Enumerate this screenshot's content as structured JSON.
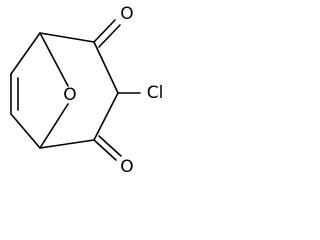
{
  "structure": {
    "atoms": {
      "bridge_oxygen": "O",
      "ketone_oxygen_top": "O",
      "ketone_oxygen_bottom": "O",
      "chlorine": "Cl"
    }
  }
}
